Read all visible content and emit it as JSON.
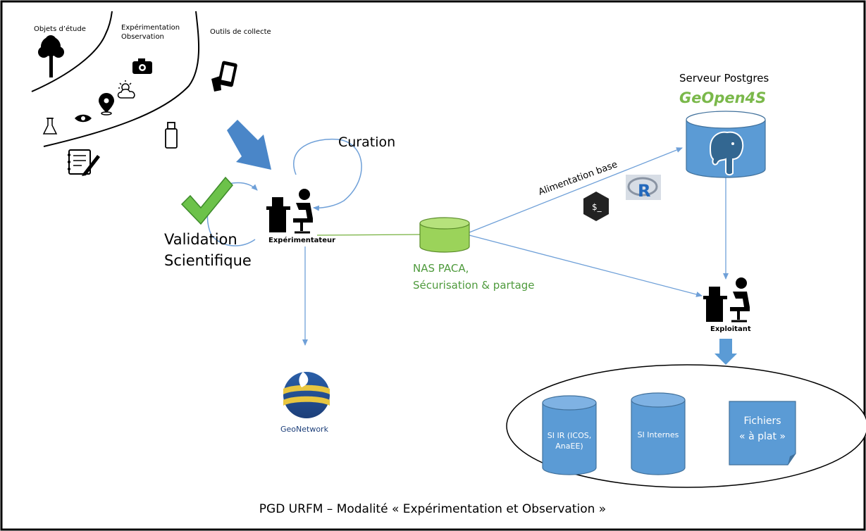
{
  "zones": {
    "objects": "Objets d’étude",
    "experimentation_1": "Expérimentation",
    "experimentation_2": "Observation",
    "tools": "Outils de collecte"
  },
  "curation_label": "Curation",
  "validation_1": "Validation",
  "validation_2": "Scientifique",
  "experimenter_label": "Expérimentateur",
  "nas_line_1": "NAS PACA,",
  "nas_line_2": "Sécurisation & partage",
  "feed_label": "Alimentation base",
  "server_label": "Serveur Postgres",
  "geopen_logo": "GeOpen4S",
  "exploitant_label": "Exploitant",
  "geonetwork_logo": "GeoNetwork",
  "si_ir_1": "SI IR (ICOS,",
  "si_ir_2": "AnaEE)",
  "si_internes": "SI Internes",
  "fichiers_1": "Fichiers",
  "fichiers_2": "« à plat »",
  "footer": "PGD URFM – Modalité « Expérimentation et Observation »",
  "colors": {
    "arrow_blue": "#6fa0d8",
    "big_arrow": "#4a86c8",
    "cylinder_blue": "#5b9bd5",
    "nas_green": "#9bd35a",
    "text_green": "#4e9a3c"
  }
}
